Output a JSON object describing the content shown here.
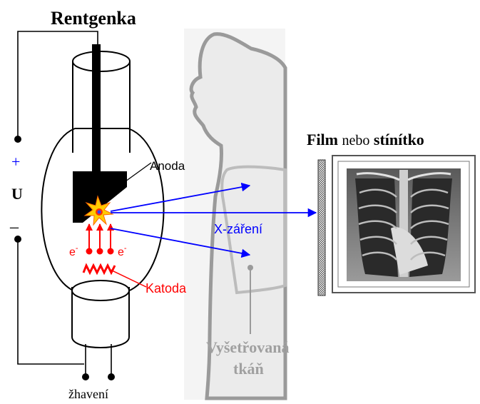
{
  "title": "Rentgenka",
  "labels": {
    "plus": "+",
    "voltage": "U",
    "minus": "–",
    "anode": "Anoda",
    "electron_left": "e",
    "electron_right": "e",
    "electron_sup": "-",
    "cathode": "Katoda",
    "xray": "X-záření",
    "heating": "žhavení",
    "film_bold": "Film",
    "film_connector": "nebo",
    "screen_bold": "stínítko",
    "tissue_line1": "Vyšetřovaná",
    "tissue_line2": "tkáň"
  },
  "colors": {
    "wire": "#000000",
    "electrons": "#ff0000",
    "xray": "#0000ff",
    "body_outline": "#909090",
    "body_fill": "#ececec",
    "lung_outline": "#b8b8b8",
    "tissue_text": "#a0a0a0",
    "plus_color": "#0000ff"
  }
}
